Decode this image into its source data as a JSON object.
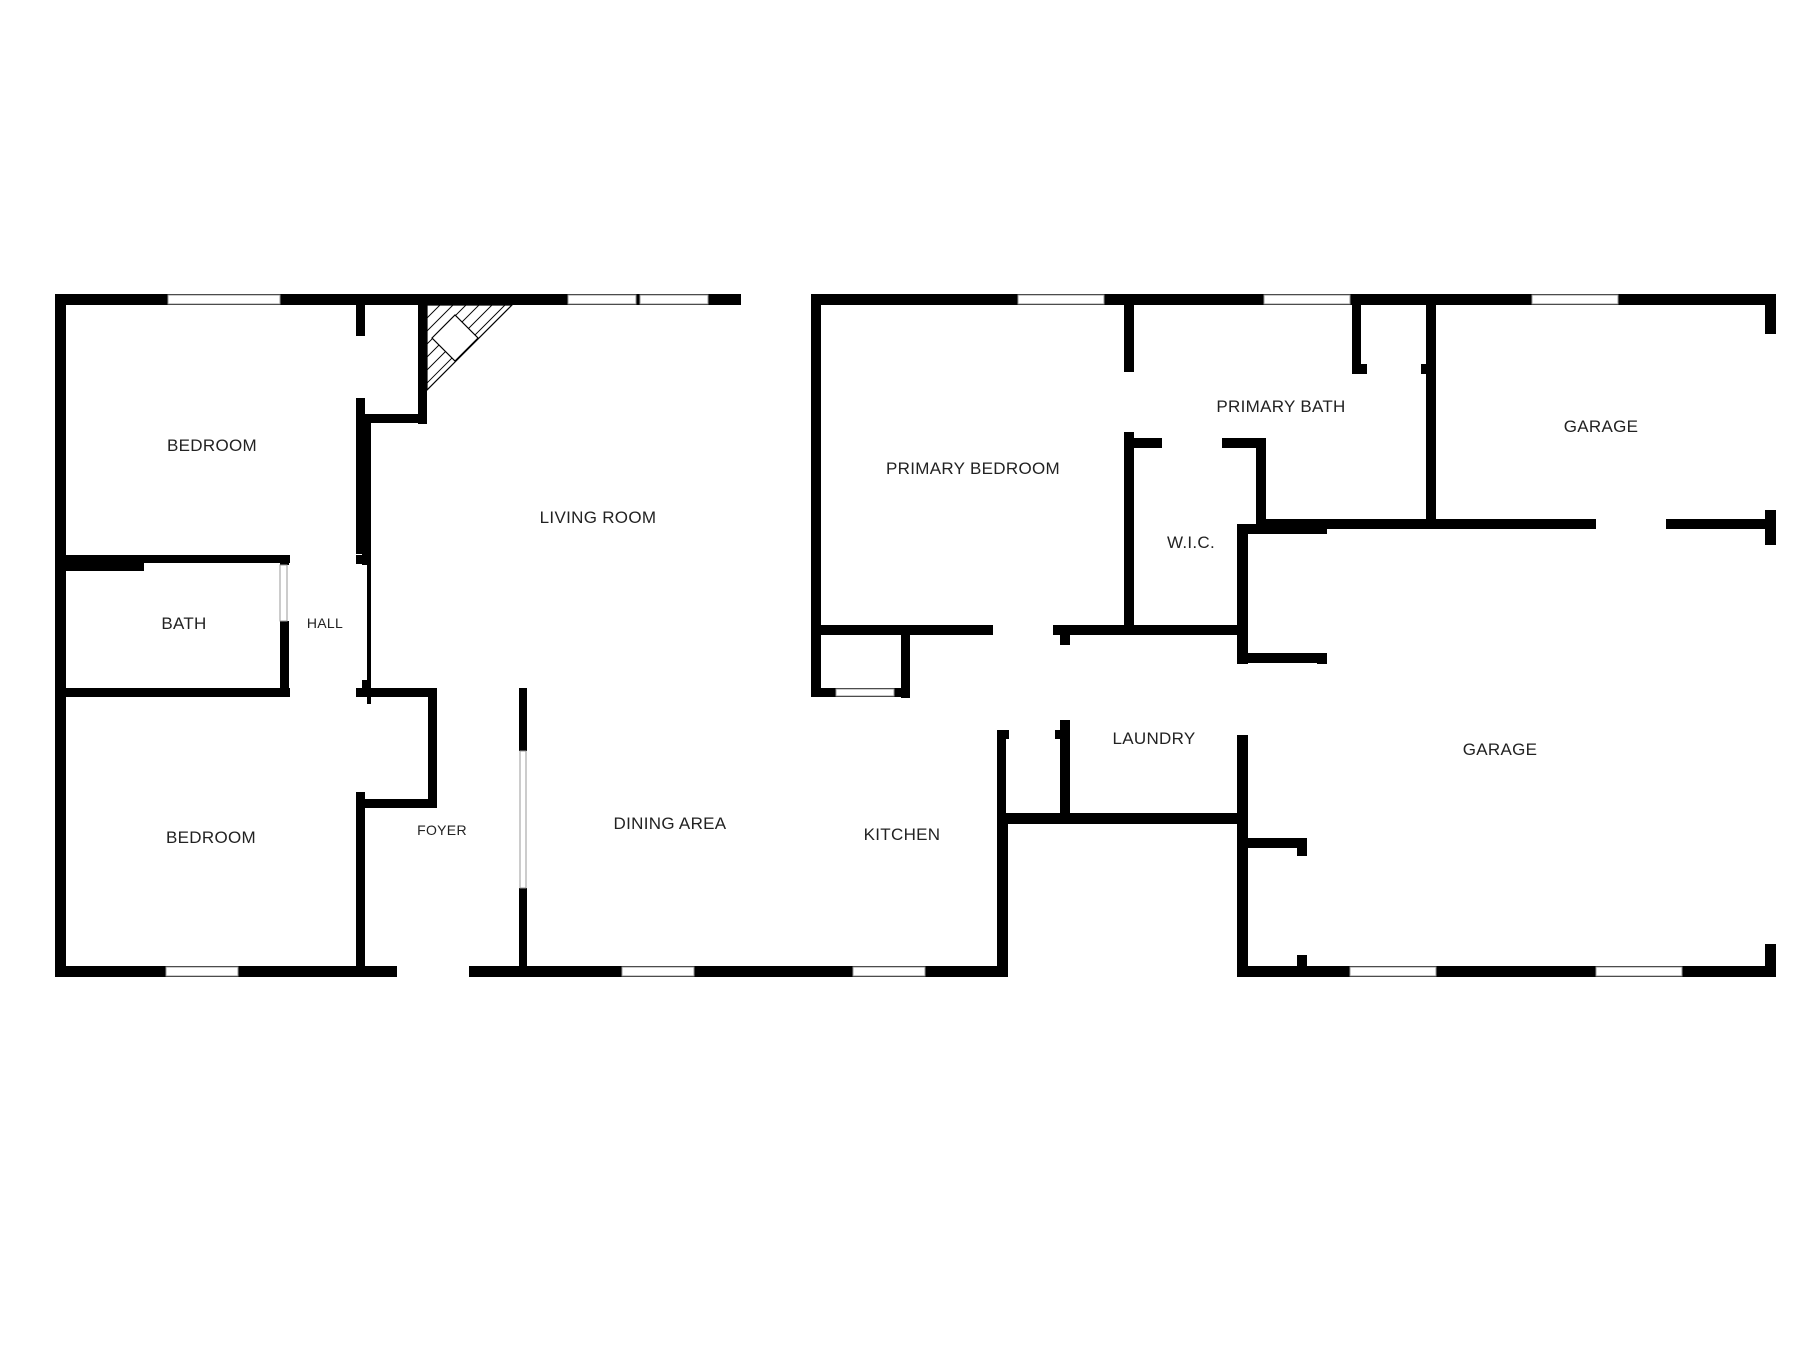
{
  "floorplan": {
    "colors": {
      "wall": "#000000",
      "opening": "#ffffff",
      "window_line": "#999999",
      "label": "#222222",
      "background": "#ffffff"
    },
    "rooms": {
      "bedroom_1": "BEDROOM",
      "bath": "BATH",
      "hall": "HALL",
      "bedroom_2": "BEDROOM",
      "foyer": "FOYER",
      "living_room": "LIVING ROOM",
      "dining_area": "DINING AREA",
      "kitchen": "KITCHEN",
      "primary_bedroom": "PRIMARY BEDROOM",
      "primary_bath": "PRIMARY BATH",
      "wic": "W.I.C.",
      "laundry": "LAUNDRY",
      "garage_upper": "GARAGE",
      "garage_lower": "GARAGE"
    }
  }
}
